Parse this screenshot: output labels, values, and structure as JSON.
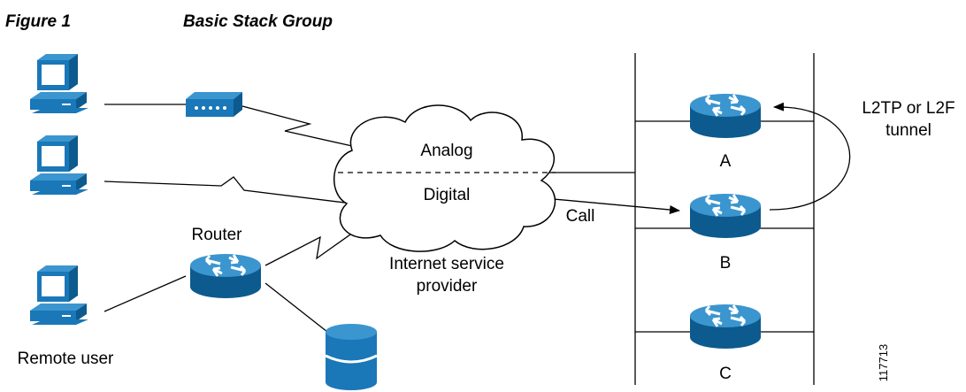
{
  "figure": {
    "label": "Figure 1",
    "title": "Basic Stack Group"
  },
  "labels": {
    "analog": "Analog",
    "digital": "Digital",
    "isp_line1": "Internet service",
    "isp_line2": "provider",
    "call": "Call",
    "router": "Router",
    "remote_user": "Remote user",
    "tunnel_line1": "L2TP or L2F",
    "tunnel_line2": "tunnel",
    "router_a": "A",
    "router_b": "B",
    "router_c": "C",
    "figure_id": "117713"
  },
  "colors": {
    "device_blue": "#1a77b8",
    "device_light": "#3b95cf",
    "device_dark": "#0d5a8e",
    "cloud_fill": "#ffffff",
    "line": "#000000"
  },
  "icons": [
    "computer-icon",
    "modem-icon",
    "router-icon",
    "database-icon",
    "cloud-icon"
  ]
}
